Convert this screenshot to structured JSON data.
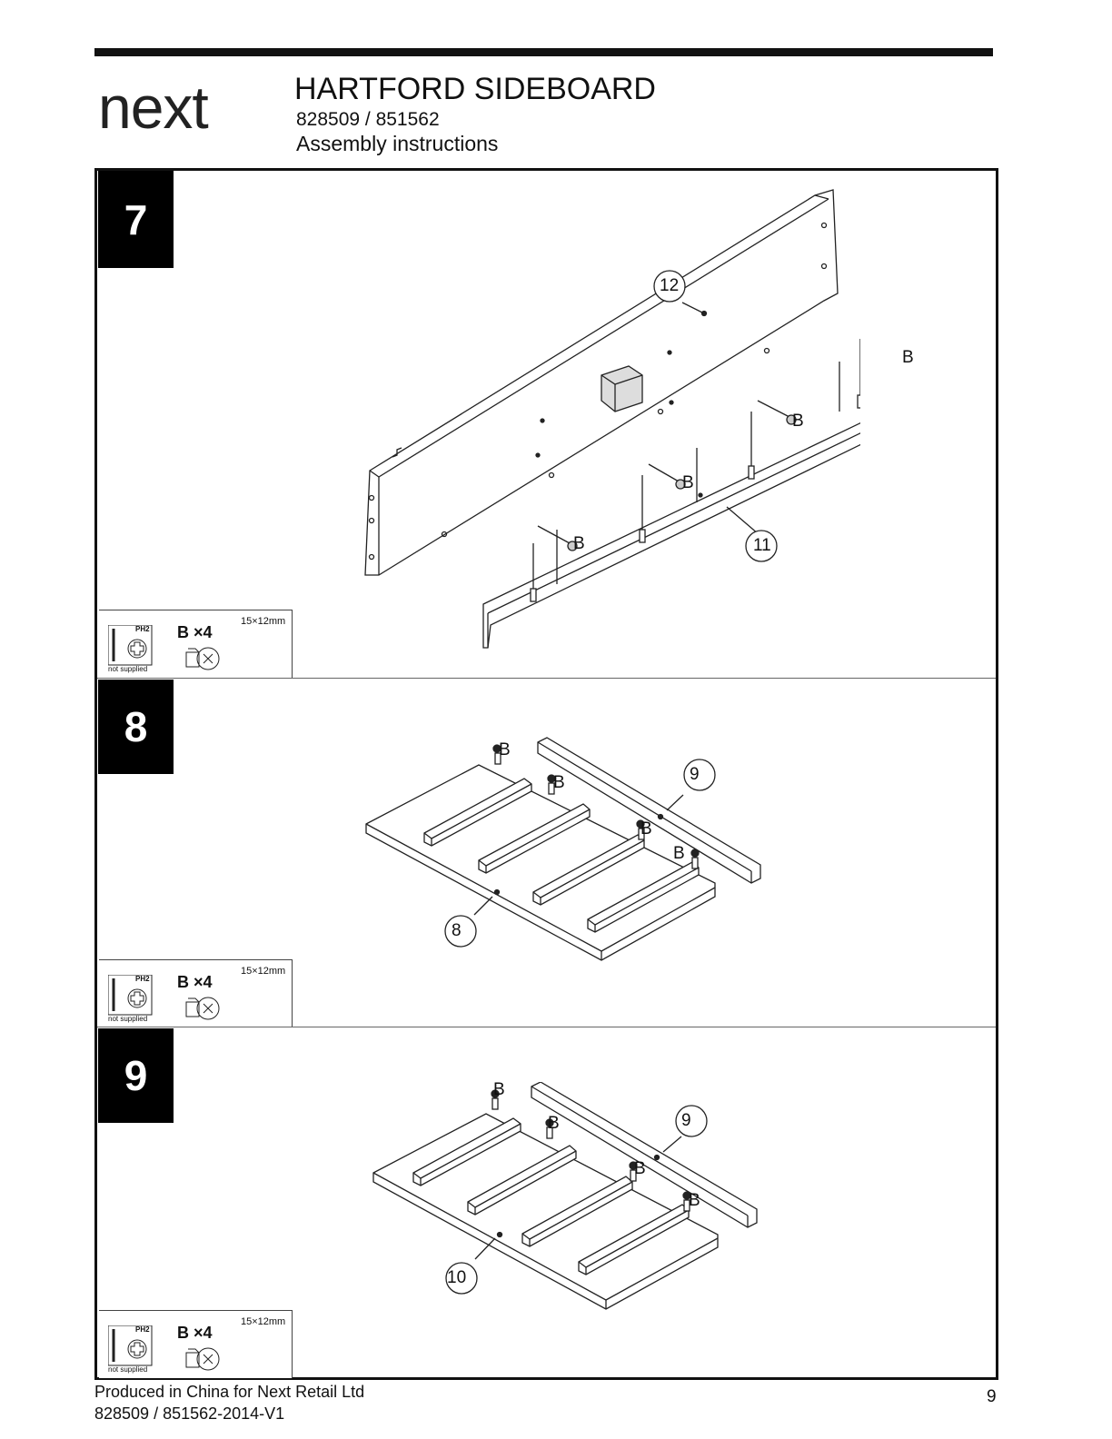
{
  "header": {
    "logo_text": "next",
    "title": "HARTFORD SIDEBOARD",
    "codes": "828509 / 851562",
    "subtitle": "Assembly instructions"
  },
  "steps": [
    {
      "number": "7",
      "callouts": [
        "12",
        "11"
      ],
      "fitting_label": "B",
      "parts": {
        "qty_label": "B ×4",
        "size": "15×12mm",
        "tool": "PH2",
        "tool_note": "not supplied"
      }
    },
    {
      "number": "8",
      "callouts": [
        "9",
        "8"
      ],
      "fitting_label": "B",
      "parts": {
        "qty_label": "B ×4",
        "size": "15×12mm",
        "tool": "PH2",
        "tool_note": "not supplied"
      }
    },
    {
      "number": "9",
      "callouts": [
        "9",
        "10"
      ],
      "fitting_label": "B",
      "parts": {
        "qty_label": "B ×4",
        "size": "15×12mm",
        "tool": "PH2",
        "tool_note": "not supplied"
      }
    }
  ],
  "footer": {
    "line1": "Produced in China for Next Retail Ltd",
    "line2": "828509 / 851562-2014-V1",
    "page": "9"
  }
}
